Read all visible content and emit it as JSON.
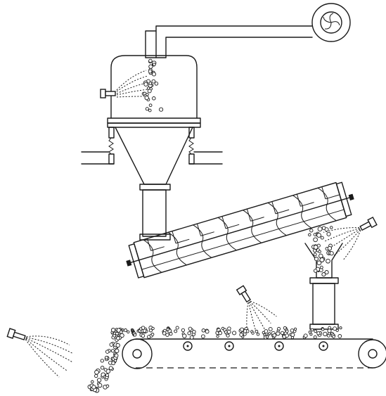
{
  "diagram": {
    "components": [
      "exhaust-fan",
      "exhaust-duct",
      "spray-chamber",
      "spray-nozzle",
      "collection-cone",
      "spring-mounts",
      "support-floor",
      "screw-conveyor",
      "feed-hopper",
      "belt-conveyor",
      "belt-spray-nozzle"
    ],
    "colors": {
      "line": "#1a1a1a",
      "background": "#ffffff"
    }
  }
}
